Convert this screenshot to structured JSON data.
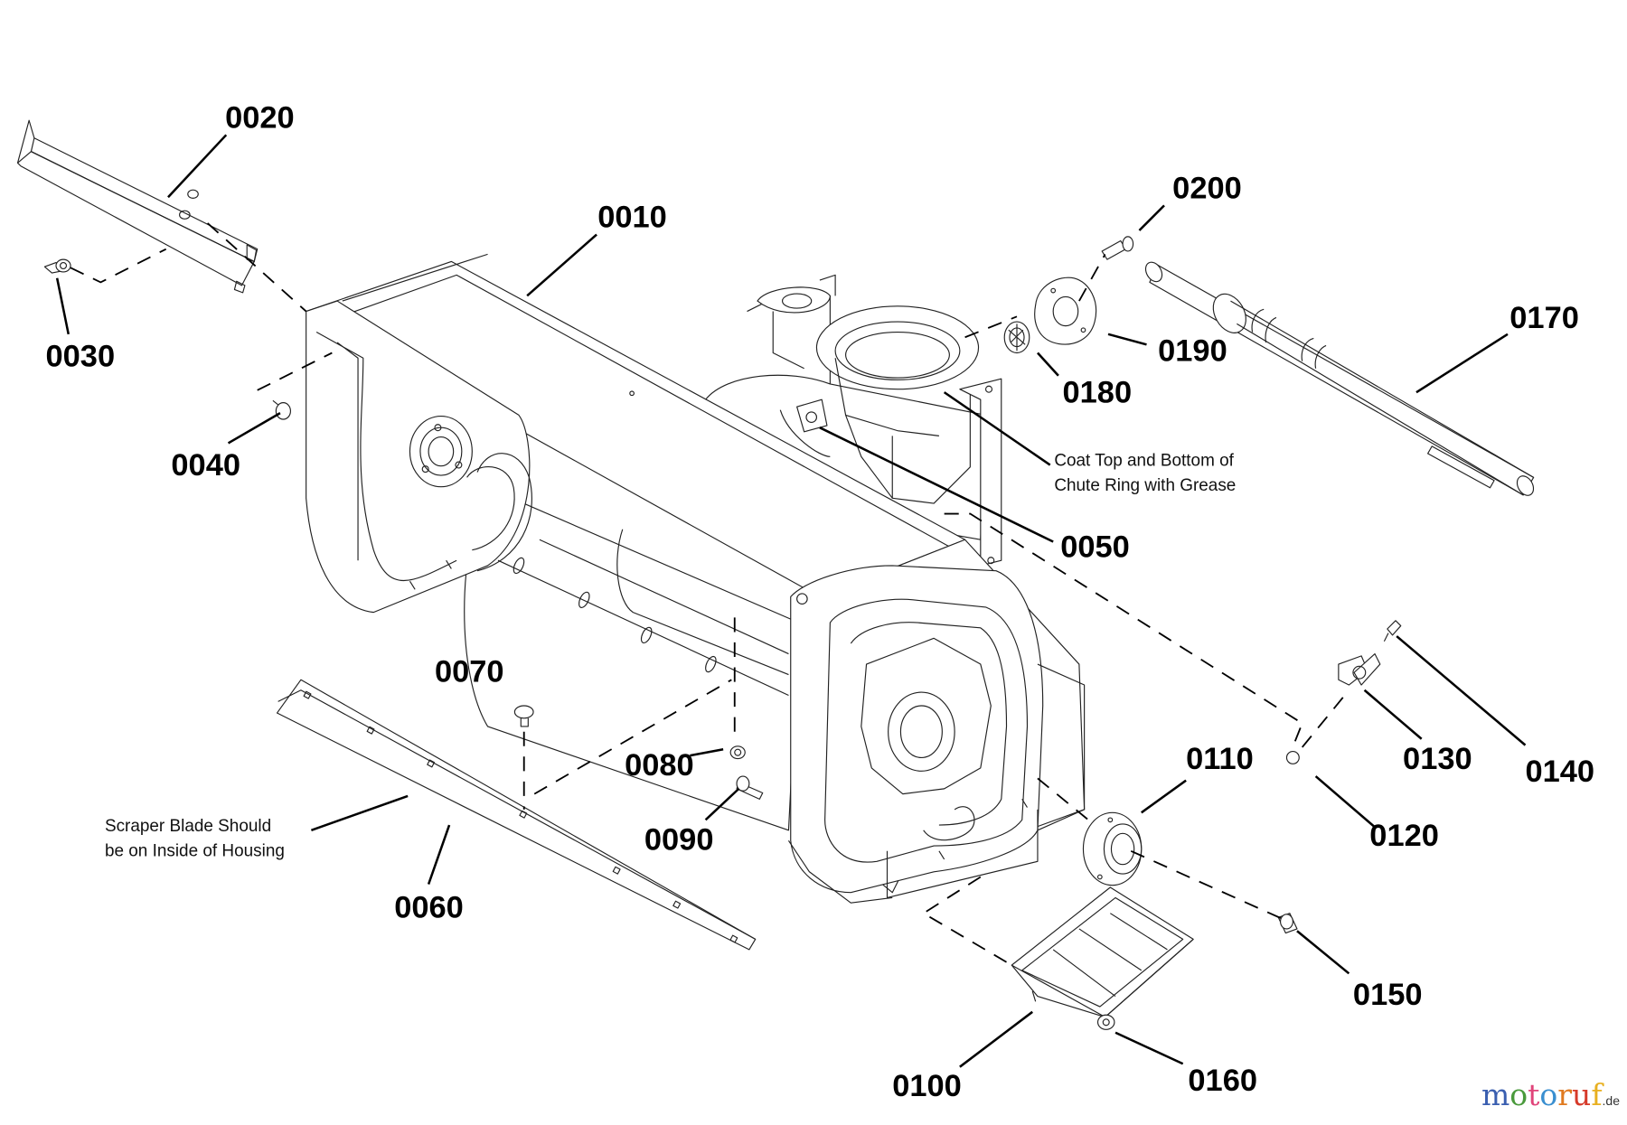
{
  "diagram": {
    "title": "Snowthrower auger housing exploded parts diagram",
    "callouts": [
      {
        "id": "0010",
        "label": "0010"
      },
      {
        "id": "0020",
        "label": "0020"
      },
      {
        "id": "0030",
        "label": "0030"
      },
      {
        "id": "0040",
        "label": "0040"
      },
      {
        "id": "0050",
        "label": "0050"
      },
      {
        "id": "0060",
        "label": "0060"
      },
      {
        "id": "0070",
        "label": "0070"
      },
      {
        "id": "0080",
        "label": "0080"
      },
      {
        "id": "0090",
        "label": "0090"
      },
      {
        "id": "0100",
        "label": "0100"
      },
      {
        "id": "0110",
        "label": "0110"
      },
      {
        "id": "0120",
        "label": "0120"
      },
      {
        "id": "0130",
        "label": "0130"
      },
      {
        "id": "0140",
        "label": "0140"
      },
      {
        "id": "0150",
        "label": "0150"
      },
      {
        "id": "0160",
        "label": "0160"
      },
      {
        "id": "0170",
        "label": "0170"
      },
      {
        "id": "0180",
        "label": "0180"
      },
      {
        "id": "0190",
        "label": "0190"
      },
      {
        "id": "0200",
        "label": "0200"
      }
    ],
    "notes": {
      "chute_ring": [
        "Coat Top and Bottom of",
        "Chute Ring with Grease"
      ],
      "scraper_blade": [
        "Scraper Blade Should",
        "be on Inside of Housing"
      ]
    }
  },
  "watermark": {
    "letters": [
      "m",
      "o",
      "t",
      "o",
      "r",
      "u",
      "f"
    ],
    "colors": [
      "#3a5fb0",
      "#4a9a3c",
      "#e0447a",
      "#3a8fd0",
      "#e07a20",
      "#d63a2a",
      "#e8b020"
    ],
    "tld": ".de",
    "text": "motoruf.de"
  }
}
